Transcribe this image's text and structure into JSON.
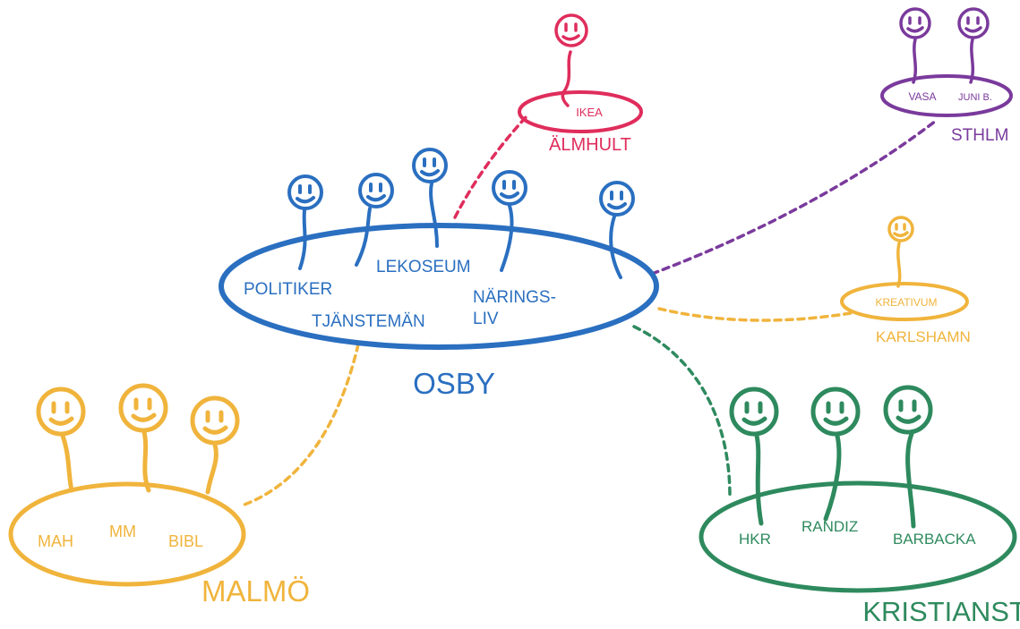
{
  "colors": {
    "osby": "#2a6fc0",
    "almhult": "#df2d5c",
    "sthlm": "#7a3a9c",
    "karlshamn": "#f0b43c",
    "kristianstad": "#2e8a5e",
    "malmo": "#f0b43c"
  },
  "icons": {
    "person": "smiley-face-icon"
  },
  "osby": {
    "name": "OSBY",
    "members": {
      "politiker": "POLITIKER",
      "tjanstemann": "TJÄNSTEMÄN",
      "lekoseum": "LEKOSEUM",
      "naringsliv_1": "NÄRINGS-",
      "naringsliv_2": "LIV"
    }
  },
  "almhult": {
    "name": "ÄLMHULT",
    "members": {
      "ikea": "IKEA"
    }
  },
  "sthlm": {
    "name": "STHLM",
    "members": {
      "vasa": "VASA",
      "junib": "JUNI B."
    }
  },
  "karlshamn": {
    "name": "KARLSHAMN",
    "members": {
      "kreativum": "KREATIVUM"
    }
  },
  "kristianstad": {
    "name": "KRISTIANSTAD",
    "members": {
      "hkr": "HKR",
      "randiz": "RANDIZ",
      "barbacka": "BARBACKA"
    }
  },
  "malmo": {
    "name": "MALMÖ",
    "members": {
      "mah": "MAH",
      "mm": "MM",
      "bibl": "BIBL"
    }
  }
}
